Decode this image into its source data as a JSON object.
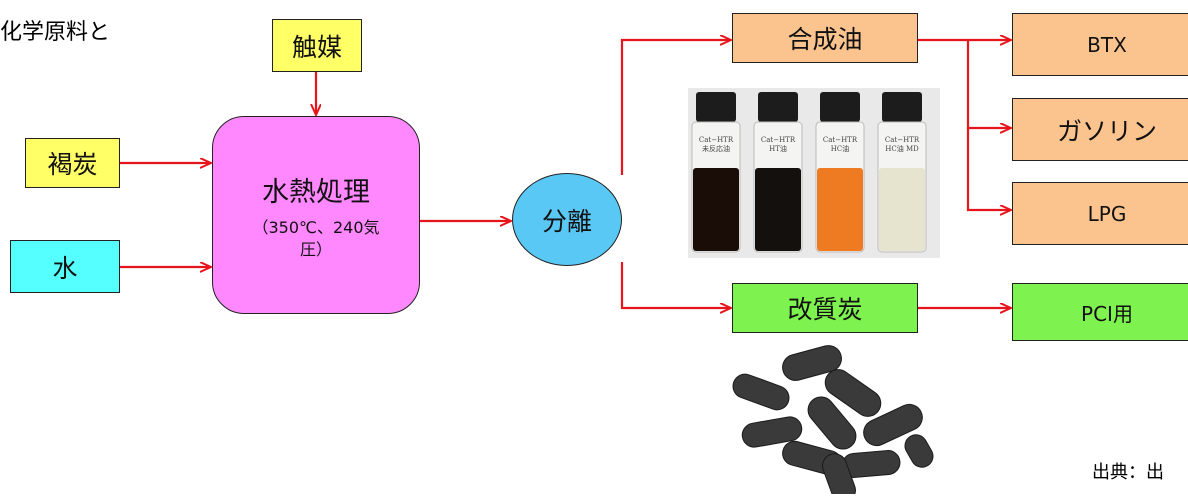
{
  "intro_text": "化学原料と",
  "nodes": {
    "catalyst": "触媒",
    "lignite": "褐炭",
    "water": "水",
    "process_title": "水熱処理",
    "process_conditions": "（350℃、240気圧）",
    "separation": "分離",
    "synthetic_oil": "合成油",
    "upgraded_coal": "改質炭",
    "btx": "BTX",
    "gasoline": "ガソリン",
    "lpg": "LPG",
    "pci": "PCI用"
  },
  "bottles": [
    {
      "label": "Cat−HTR\n未反応油",
      "liquid": "#1a0d08"
    },
    {
      "label": "Cat−HTR\nHT油",
      "liquid": "#14100e"
    },
    {
      "label": "Cat−HTR\nHC油",
      "liquid": "#ee7a22"
    },
    {
      "label": "Cat−HTR\nHC油 MD",
      "liquid": "#e6e4cf"
    }
  ],
  "source_text": "出典：出",
  "colors": {
    "arrow": "#e8141c"
  }
}
